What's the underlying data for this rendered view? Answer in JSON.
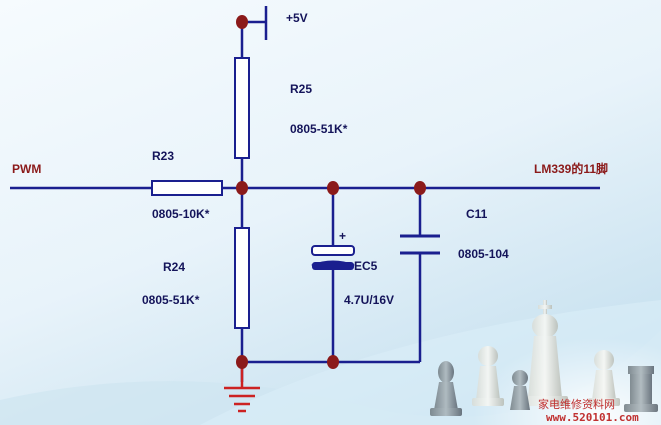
{
  "labels": {
    "vcc": "+5V",
    "pwm": "PWM",
    "output": "LM339的11脚",
    "r23_name": "R23",
    "r23_value": "0805-10K*",
    "r25_name": "R25",
    "r25_value": "0805-51K*",
    "r24_name": "R24",
    "r24_value": "0805-51K*",
    "ec5_name": "EC5",
    "ec5_value": "4.7U/16V",
    "ec5_polarity": "+",
    "c11_name": "C11",
    "c11_value": "0805-104"
  },
  "watermark": {
    "line1": "家电维修资料网",
    "line2": "www.520101.com"
  },
  "colors": {
    "wire": "#1a1f8f",
    "node": "#8b1a1a",
    "ground": "#cc2222",
    "label_red": "#8b1a1a",
    "label_blue": "#14145a"
  }
}
